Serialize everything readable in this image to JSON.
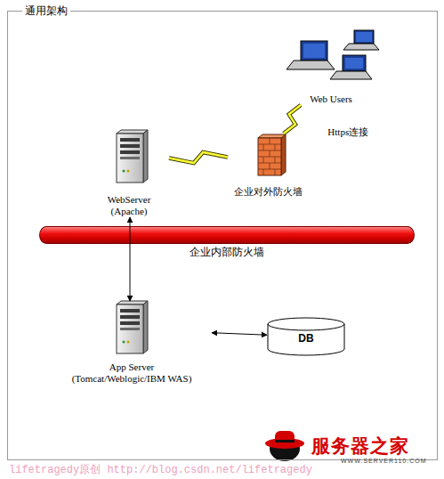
{
  "diagram": {
    "nodes": [
      {
        "text": [
          "通用架构"
        ]
      },
      {
        "text": [
          "Web Users"
        ],
        "in": 0
      },
      {
        "text": [
          "企业对外防火墙"
        ],
        "in": 0
      },
      {
        "text": [
          "WebServer (Apache)"
        ],
        "in": 0
      },
      {
        "text": [
          "企业内部防火墙"
        ],
        "in": 0
      },
      {
        "text": [
          "App Server (Tomcat/Weblogic/IBM WAS)"
        ],
        "in": 0
      },
      {
        "text": [
          "DB"
        ],
        "in": 0
      }
    ],
    "edges": [
      {
        "from": 1,
        "to": 2,
        "arrow": "none",
        "label": "Https连接"
      },
      {
        "from": 2,
        "to": 3,
        "arrow": "none"
      },
      {
        "from": 3,
        "to": 5,
        "arrow": "both"
      },
      {
        "from": 5,
        "to": 6,
        "arrow": "both"
      }
    ],
    "labels": [
      "lifetragedy原创 http://blog.csdn.net/lifetragedy",
      "服务器之家",
      "WWW.SERVER110.COM"
    ]
  }
}
